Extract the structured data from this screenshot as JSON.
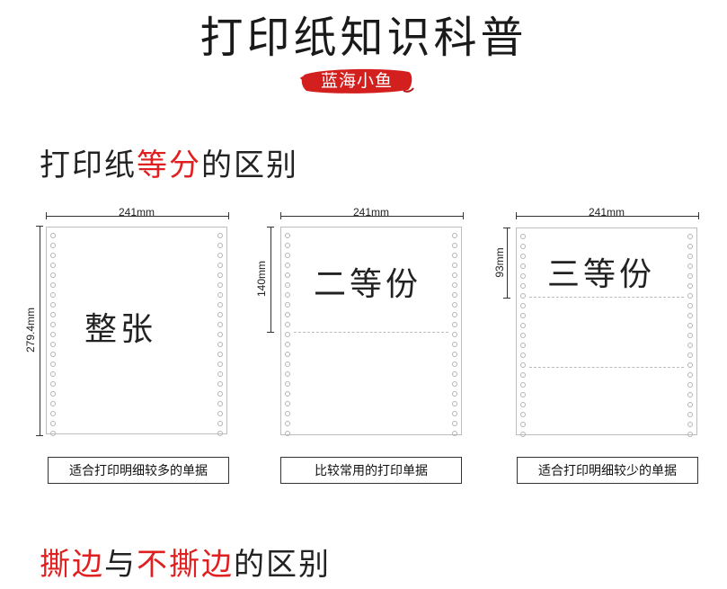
{
  "header": {
    "title": "打印纸知识科普",
    "badge": "蓝海小鱼"
  },
  "section1": {
    "title_part1": "打印纸",
    "title_highlight": "等分",
    "title_part2": "的区别"
  },
  "papers": [
    {
      "width_label": "241mm",
      "height_label": "279.4mm",
      "label": "整张",
      "caption": "适合打印明细较多的单据"
    },
    {
      "width_label": "241mm",
      "height_label": "140mm",
      "label": "二等份",
      "caption": "比较常用的打印单据"
    },
    {
      "width_label": "241mm",
      "height_label": "93mm",
      "label": "三等份",
      "caption": "适合打印明细较少的单据"
    }
  ],
  "section2": {
    "title_highlight1": "撕边",
    "title_part1": "与",
    "title_highlight2": "不撕边",
    "title_part2": "的区别"
  },
  "colors": {
    "accent": "#e02020",
    "badge_bg": "#d41f1f"
  }
}
